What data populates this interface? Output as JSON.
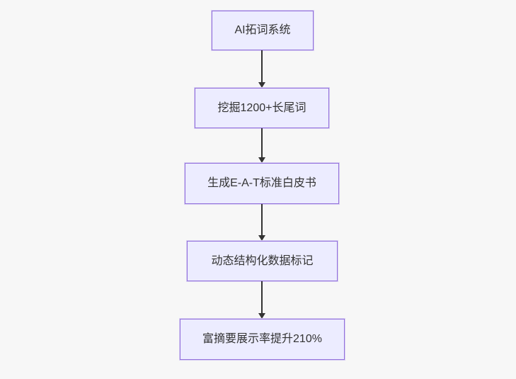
{
  "diagram": {
    "type": "flowchart",
    "direction": "top-down",
    "background_color": "#f7f7f7",
    "node_fill_color": "#ECECFF",
    "node_border_color": "#9370DB",
    "arrow_color": "#333333",
    "text_color": "#333333",
    "nodes": [
      {
        "id": "node-1",
        "label": "AI拓词系统"
      },
      {
        "id": "node-2",
        "label": "挖掘1200+长尾词"
      },
      {
        "id": "node-3",
        "label": "生成E-A-T标准白皮书"
      },
      {
        "id": "node-4",
        "label": "动态结构化数据标记"
      },
      {
        "id": "node-5",
        "label": "富摘要展示率提升210%"
      }
    ],
    "edges": [
      {
        "from": "node-1",
        "to": "node-2"
      },
      {
        "from": "node-2",
        "to": "node-3"
      },
      {
        "from": "node-3",
        "to": "node-4"
      },
      {
        "from": "node-4",
        "to": "node-5"
      }
    ]
  }
}
